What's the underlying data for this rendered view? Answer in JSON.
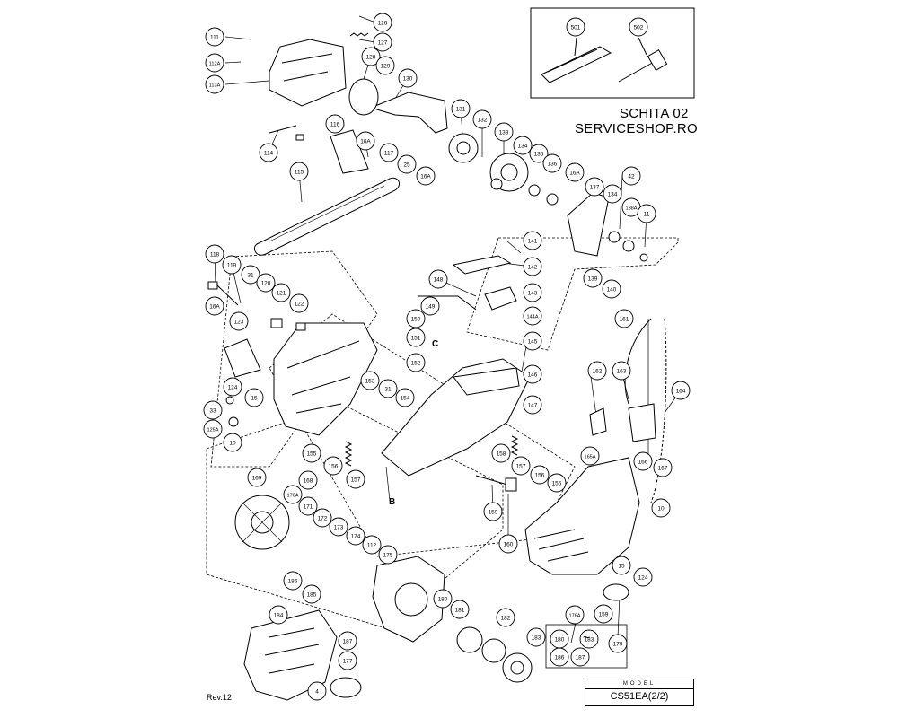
{
  "header": {
    "title_line1": "SCHITA 02",
    "title_line2": "SERVICESHOP.RO"
  },
  "model_box": {
    "caption": "MODEL",
    "value": "CS51EA(2/2)"
  },
  "revision": "Rev.12",
  "diagram_labels": {
    "sub_assembly_markers": [
      "B",
      "C"
    ],
    "tilde": "~"
  },
  "part_callouts": [
    "111",
    "112A",
    "113A",
    "126",
    "127",
    "128",
    "129",
    "130",
    "116",
    "16A",
    "117",
    "114",
    "25",
    "16A",
    "115",
    "131",
    "132",
    "133",
    "134",
    "135",
    "136",
    "16A",
    "42",
    "137",
    "134",
    "138A",
    "11",
    "139",
    "140",
    "501",
    "502",
    "118",
    "119",
    "31",
    "120",
    "121",
    "122",
    "16A",
    "123",
    "124",
    "15",
    "33",
    "125A",
    "10",
    "155",
    "156",
    "157",
    "141",
    "142",
    "148",
    "143",
    "149",
    "150",
    "144A",
    "151",
    "145",
    "152",
    "146",
    "153",
    "31",
    "154",
    "147",
    "158",
    "157",
    "156",
    "155",
    "161",
    "162",
    "163",
    "164",
    "165A",
    "166",
    "167",
    "169",
    "170A",
    "168",
    "171",
    "172",
    "173",
    "174",
    "112",
    "175",
    "159",
    "160",
    "10",
    "15",
    "124",
    "186",
    "185",
    "184",
    "187",
    "177",
    "4",
    "180",
    "181",
    "182",
    "183",
    "176A",
    "180",
    "183",
    "186",
    "187",
    "159",
    "179"
  ]
}
